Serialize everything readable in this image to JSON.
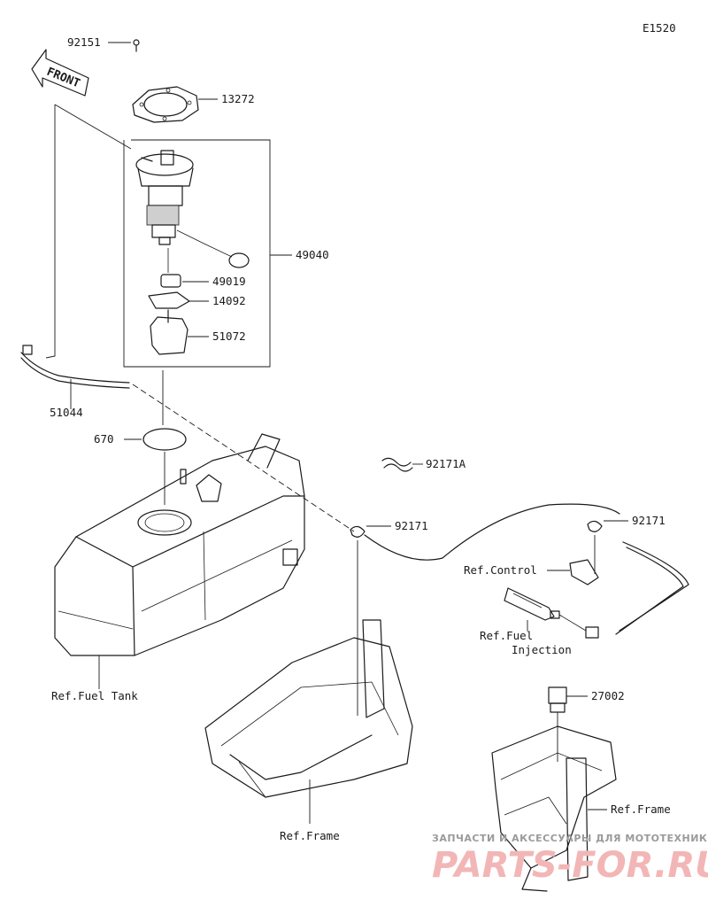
{
  "diagram_code": "E1520",
  "front_label": "FRONT",
  "callouts": {
    "p92151": "92151",
    "p13272": "13272",
    "p49040": "49040",
    "p49019": "49019",
    "p14092": "14092",
    "p51072": "51072",
    "p51044": "51044",
    "p670": "670",
    "p92171A": "92171A",
    "p92171_a": "92171",
    "p92171_b": "92171",
    "p27002": "27002"
  },
  "references": {
    "control": "Ref.Control",
    "fuel_injection_1": "Ref.Fuel",
    "fuel_injection_2": "Injection",
    "fuel_tank": "Ref.Fuel Tank",
    "frame_center": "Ref.Frame",
    "frame_right": "Ref.Frame"
  },
  "watermark": {
    "top": "ЗАПЧАСТИ И АКСЕССУАРЫ ДЛЯ МОТОТЕХНИКИ",
    "brand": "PARTS-FOR.RU"
  }
}
